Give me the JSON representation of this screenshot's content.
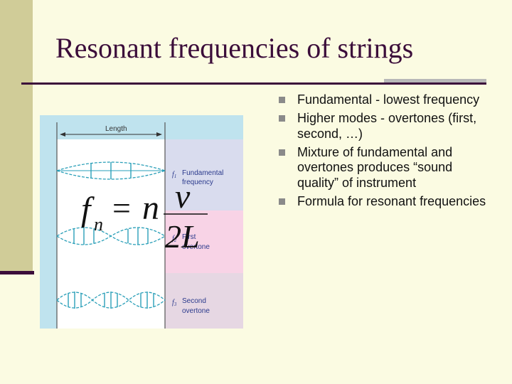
{
  "slide": {
    "title": "Resonant frequencies of strings",
    "bullets": [
      "Fundamental - lowest frequency",
      "Higher modes - overtones (first, second, …)",
      "Mixture of fundamental and overtones produces “sound quality” of instrument",
      "Formula for resonant frequencies"
    ],
    "bullet_marker": "square-bullet-icon"
  },
  "figure": {
    "length_label": "Length",
    "modes": [
      {
        "symbol": "f",
        "sub": "1",
        "label_line1": "Fundamental",
        "label_line2": "frequency",
        "loops": 1
      },
      {
        "symbol": "f",
        "sub": "2",
        "label_line1": "First",
        "label_line2": "overtone",
        "loops": 2
      },
      {
        "symbol": "f",
        "sub": "3",
        "label_line1": "Second",
        "label_line2": "overtone",
        "loops": 3
      }
    ],
    "formula": {
      "lhs": "f",
      "lhs_sub": "n",
      "equals": "=",
      "coef": "n",
      "numerator": "v",
      "denominator": "2L"
    },
    "colors": {
      "band_blue": "#bfe3ee",
      "band_lavender": "#d9dcee",
      "band_pink": "#f8d3e6",
      "band_mauve": "#e6d7e3",
      "wave": "#2a9fb8",
      "label": "#2b3a8c"
    }
  }
}
